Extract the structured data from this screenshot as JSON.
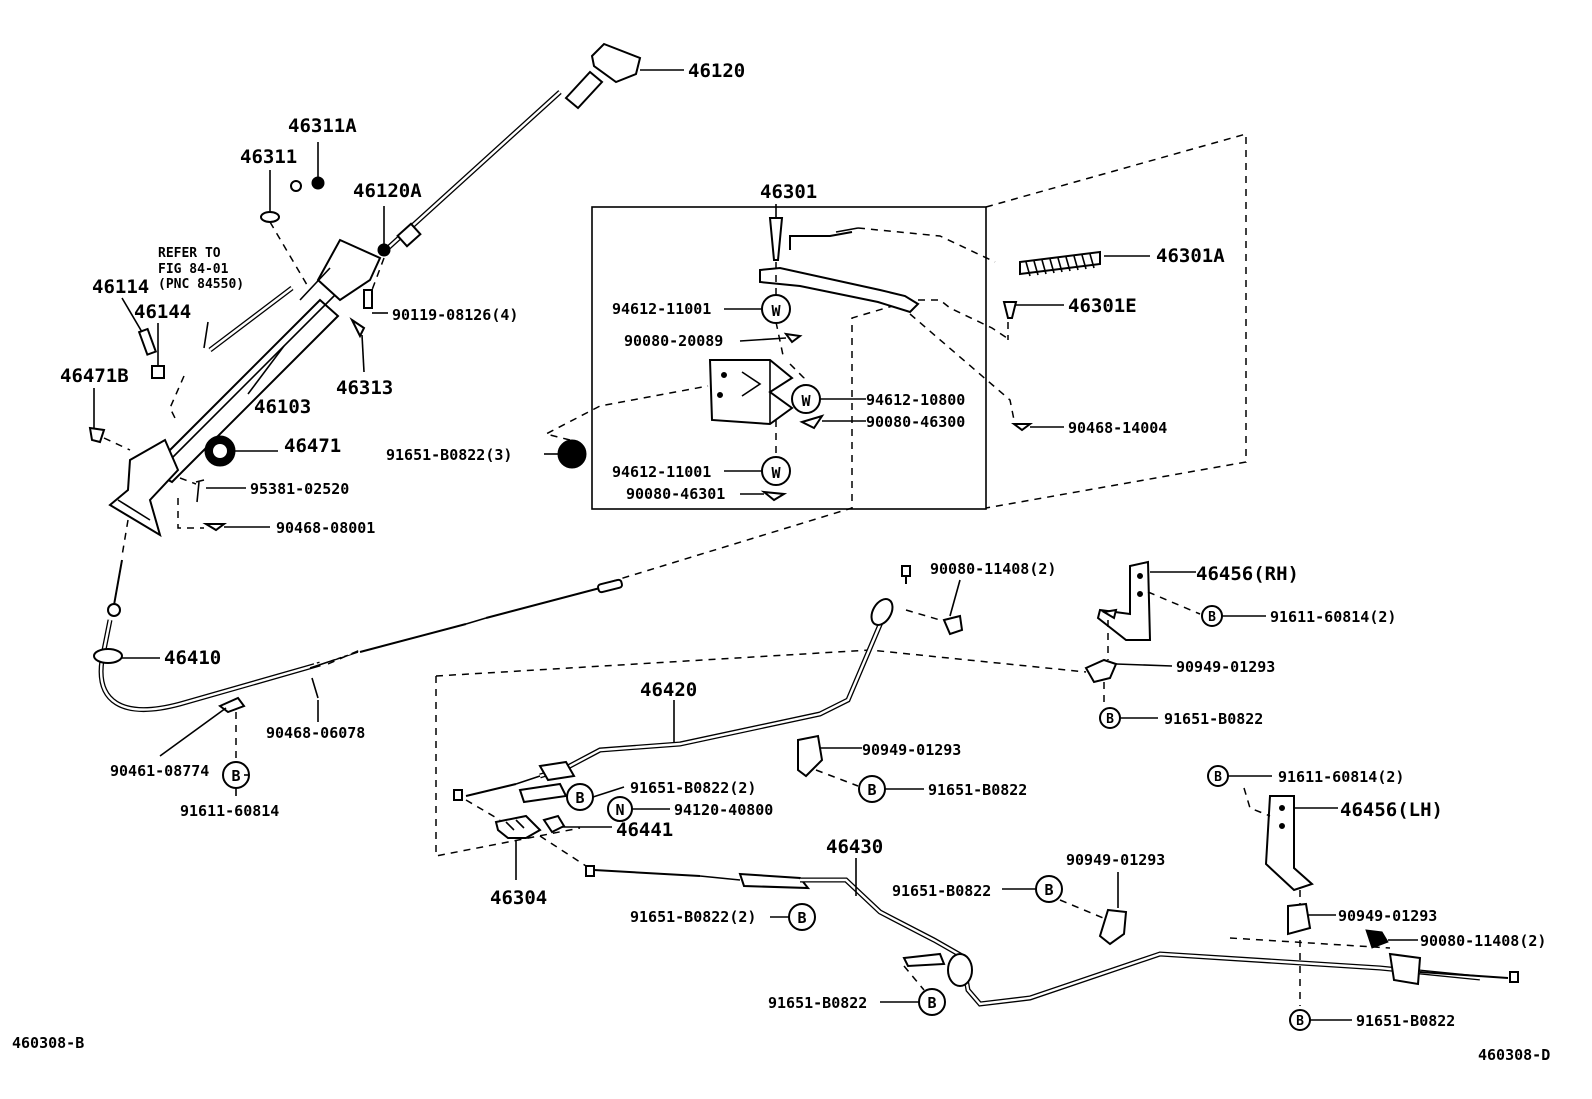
{
  "labels": {
    "p46120": "46120",
    "p46311A": "46311A",
    "p46311": "46311",
    "p46120A": "46120A",
    "refer1": "REFER TO",
    "refer2": "FIG 84-01",
    "refer3": "(PNC 84550)",
    "p46114": "46114",
    "p46144": "46144",
    "p90119": "90119-08126(4)",
    "p46471B": "46471B",
    "p46103": "46103",
    "p46313": "46313",
    "p46471": "46471",
    "p95381": "95381-02520",
    "p90468a": "90468-08001",
    "p46410": "46410",
    "p90468b": "90468-06078",
    "p90461": "90461-08774",
    "p91611a": "91611-60814",
    "p46301": "46301",
    "p94612a": "94612-11001",
    "p90080a": "90080-20089",
    "p94612b": "94612-10800",
    "p90080b": "90080-46300",
    "p91651a": "91651-B0822(3)",
    "p94612c": "94612-11001",
    "p90080c": "90080-46301",
    "p46301A": "46301A",
    "p46301E": "46301E",
    "p90468c": "90468-14004",
    "p90080d": "90080-11408(2)",
    "p46456RH": "46456(RH)",
    "p91611b": "91611-60814(2)",
    "p90949a": "90949-01293",
    "p91651b": "91651-B0822",
    "p46420": "46420",
    "p90949b": "90949-01293",
    "p91651c": "91651-B0822",
    "p91651d": "91651-B0822(2)",
    "p94120": "94120-40800",
    "p46441": "46441",
    "p46304": "46304",
    "p46430": "46430",
    "p91651e": "91651-B0822(2)",
    "p90949c": "90949-01293",
    "p91651f": "91651-B0822",
    "p91611c": "91611-60814(2)",
    "p46456LH": "46456(LH)",
    "p90949d": "90949-01293",
    "p90080e": "90080-11408(2)",
    "p91651g": "91651-B0822",
    "p91651h": "91651-B0822",
    "code_left": "460308-B",
    "code_right": "460308-D"
  },
  "markers": {
    "w": "W",
    "b": "B",
    "n": "N"
  }
}
